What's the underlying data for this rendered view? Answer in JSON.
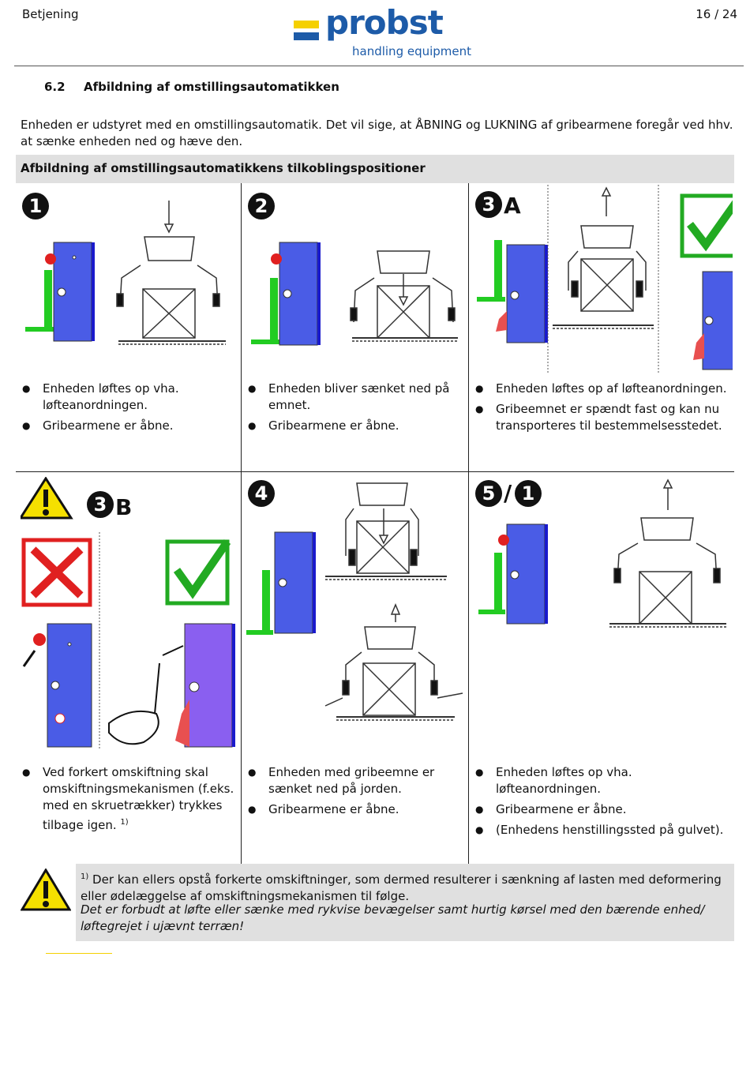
{
  "header": {
    "left": "Betjening",
    "page": "16 / 24",
    "logo_word": "probst",
    "logo_sub": "handling equipment"
  },
  "section": {
    "number": "6.2",
    "title": "Afbildning af omstillingsautomatikken"
  },
  "intro": "Enheden er udstyret med en omstillingsautomatik. Det vil sige, at ÅBNING og LUKNING af gribearmene foregår ved  hhv. at sænke enheden ned og hæve den.",
  "table_title": "Afbildning af omstillingsautomatikkens tilkoblingspositioner",
  "steps": [
    {
      "badge": "1",
      "letter": "",
      "bullets": [
        "Enheden løftes op vha. løfteanordningen.",
        "Gribearmene er åbne."
      ]
    },
    {
      "badge": "2",
      "letter": "",
      "bullets": [
        "Enheden bliver sænket ned på emnet.",
        "Gribearmene er åbne."
      ]
    },
    {
      "badge": "3",
      "letter": "A",
      "bullets": [
        "Enheden løftes op af løfteanordningen.",
        "Gribeemnet er spændt fast og kan nu transporteres til bestemmelsesstedet."
      ]
    },
    {
      "badge": "3",
      "letter": "B",
      "bullets": [
        "Ved forkert omskiftning skal omskiftningsmekanismen (f.eks. med en skruetrækker) trykkes tilbage igen."
      ],
      "footnote_ref": "1)"
    },
    {
      "badge": "4",
      "letter": "",
      "bullets": [
        "Enheden med gribeemne er sænket ned på jorden.",
        "Gribearmene er åbne."
      ]
    },
    {
      "badge": "5",
      "badge2": "1",
      "separator": "/",
      "letter": "",
      "bullets": [
        "Enheden løftes op vha. løfteanordningen.",
        "Gribearmene er åbne.",
        "(Enhedens henstillingssted på gulvet)."
      ]
    }
  ],
  "note": {
    "marker": "1)",
    "text1": "Der kan ellers opstå forkerte omskiftninger, som dermed resulterer i sænkning af lasten med deformering eller ødelæggelse af omskiftningsmekanismen til følge.",
    "text2": "Det er forbudt at løfte eller sænke med rykvise bevægelser  samt hurtig kørsel med den bærende enhed/ løftegrejet i ujævnt terræn!"
  },
  "colors": {
    "brand_blue": "#1d5ba8",
    "brand_yellow": "#f5d000",
    "unit_blue": "#4a5ce6",
    "green": "#22cc22",
    "red": "#e02020"
  },
  "icons": [
    "warning-icon",
    "check-icon",
    "cross-icon",
    "arrow-icon",
    "gripper-icon",
    "screwdriver-hand-icon"
  ]
}
